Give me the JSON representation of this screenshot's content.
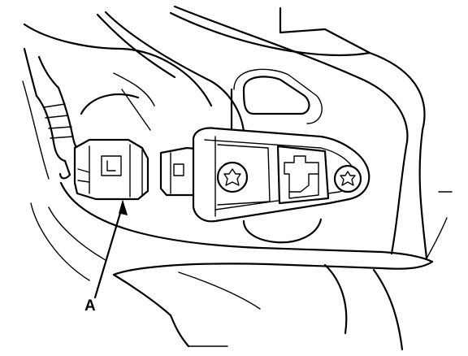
{
  "diagram": {
    "callouts": [
      {
        "id": "A",
        "label": "A",
        "target": "connector"
      }
    ],
    "line_color": "#000000",
    "background": "#ffffff"
  }
}
